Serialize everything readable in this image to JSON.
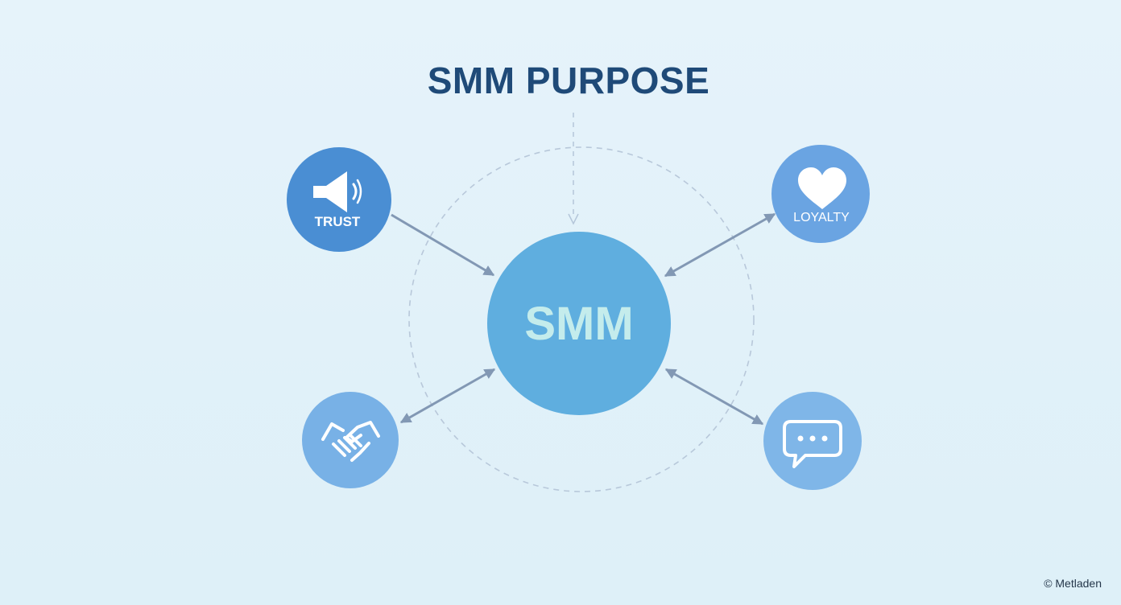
{
  "title": "SMM PURPOSE",
  "hub": {
    "label": "SMM",
    "color": "#5faedf"
  },
  "nodes": [
    {
      "id": "trust",
      "label": "TRUST",
      "icon": "megaphone-icon",
      "color": "#4a8ed3",
      "connection": "one-way-to-hub"
    },
    {
      "id": "loyalty",
      "label": "LOYALTY",
      "icon": "heart-icon",
      "color": "#6aa4e2",
      "connection": "two-way"
    },
    {
      "id": "partnership",
      "label": "",
      "icon": "handshake-icon",
      "color": "#78b1e6",
      "connection": "two-way"
    },
    {
      "id": "communication",
      "label": "",
      "icon": "chat-bubble-icon",
      "color": "#7fb6e8",
      "connection": "two-way"
    }
  ],
  "credit": "© Metladen"
}
